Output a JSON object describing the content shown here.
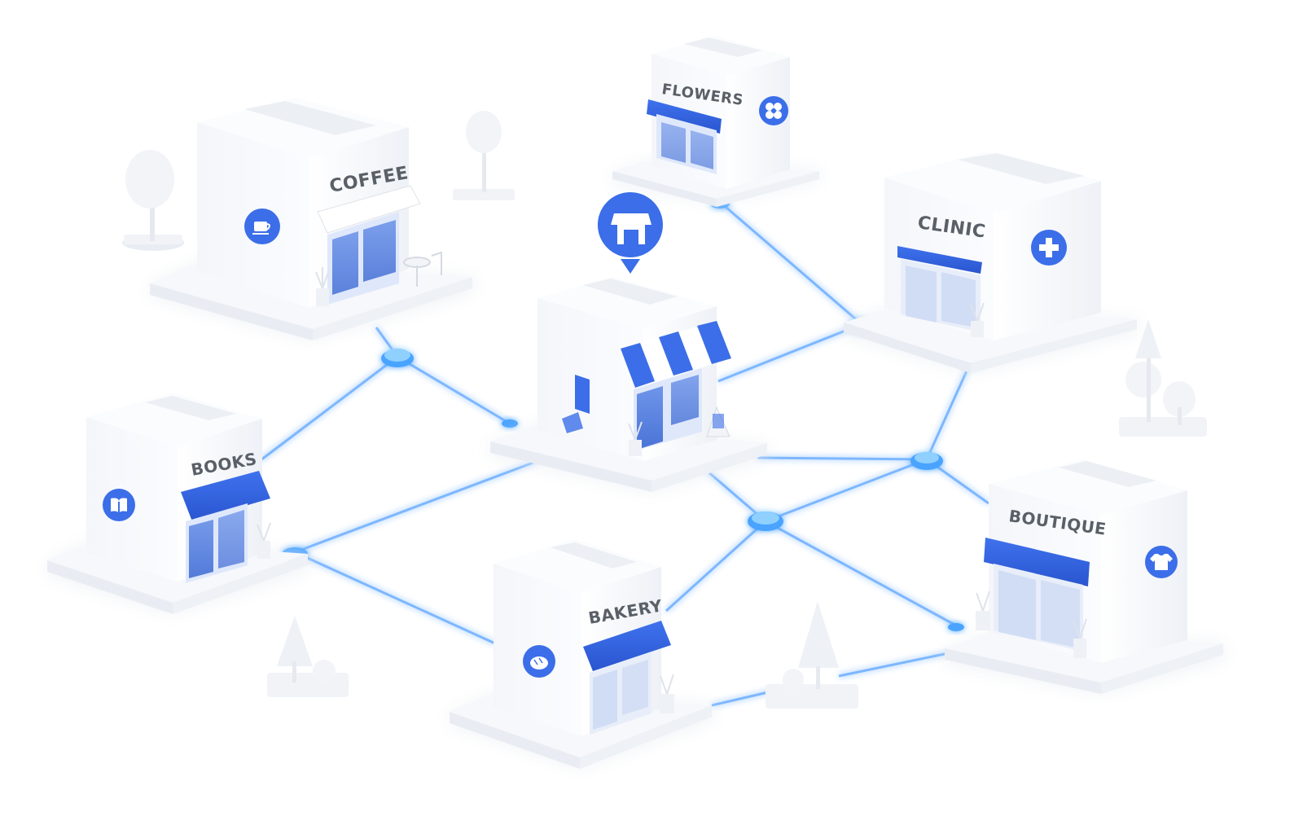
{
  "scene": {
    "accent_color": "#3b6ee8",
    "glow_color": "#5aa9ff",
    "background_color": "#ffffff",
    "hub_icon": "storefront-icon"
  },
  "stores": [
    {
      "id": "coffee",
      "label": "COFFEE",
      "icon": "coffee-cup-icon"
    },
    {
      "id": "flowers",
      "label": "FLOWERS",
      "icon": "flower-icon"
    },
    {
      "id": "clinic",
      "label": "CLINIC",
      "icon": "medical-cross-icon"
    },
    {
      "id": "books",
      "label": "BOOKS",
      "icon": "book-icon"
    },
    {
      "id": "bakery",
      "label": "BAKERY",
      "icon": "bread-icon"
    },
    {
      "id": "boutique",
      "label": "BOUTIQUE",
      "icon": "tshirt-icon"
    }
  ]
}
